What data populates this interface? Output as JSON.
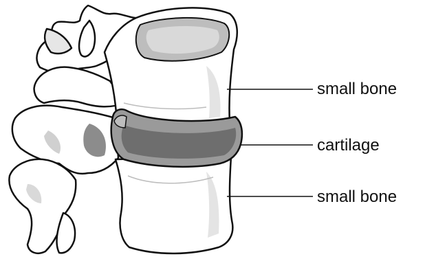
{
  "labels": {
    "top": "small bone",
    "middle": "cartilage",
    "bottom": "small bone"
  },
  "colors": {
    "outline": "#111111",
    "bone_fill": "#ffffff",
    "bone_shade": "#d9d9d9",
    "bone_dark_shade": "#a9a9a9",
    "cartilage_fill": "#9a9a9a",
    "cartilage_shade": "#6e6e6e"
  }
}
